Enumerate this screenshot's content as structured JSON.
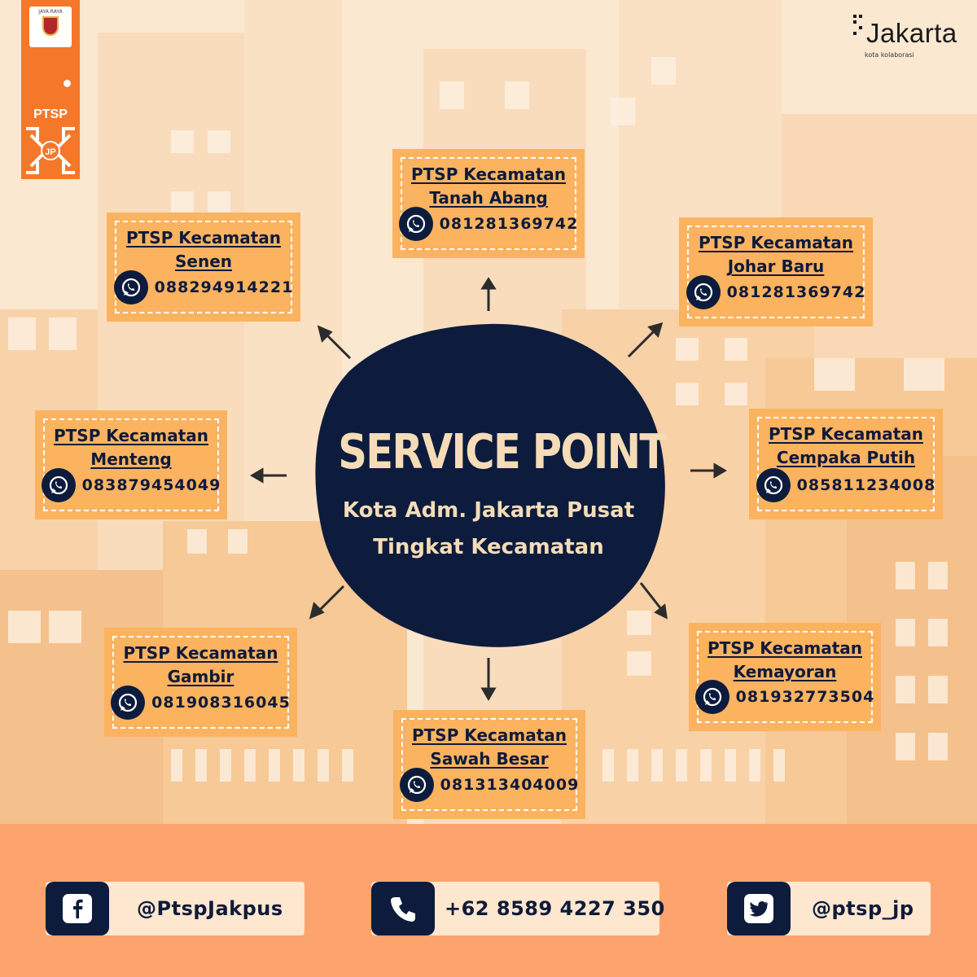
{
  "header": {
    "banner_caption": "JAYA RAYA",
    "banner_label": "PTSP",
    "banner_emblem": "JP",
    "brand_word": "Jakarta",
    "brand_tagline": "kota kolaborasi"
  },
  "center": {
    "title": "SERVICE POINT",
    "line1": "Kota Adm. Jakarta Pusat",
    "line2": "Tingkat Kecamatan"
  },
  "offices": [
    {
      "line1": "PTSP Kecamatan",
      "line2": "Tanah Abang",
      "phone": "081281369742",
      "icon": "whatsapp-icon"
    },
    {
      "line1": "PTSP Kecamatan",
      "line2": "Senen",
      "phone": "088294914221",
      "icon": "whatsapp-icon"
    },
    {
      "line1": "PTSP Kecamatan",
      "line2": "Johar Baru",
      "phone": "081281369742",
      "icon": "whatsapp-icon"
    },
    {
      "line1": "PTSP Kecamatan",
      "line2": "Menteng",
      "phone": "083879454049",
      "icon": "whatsapp-icon"
    },
    {
      "line1": "PTSP Kecamatan",
      "line2": "Cempaka Putih",
      "phone": "085811234008",
      "icon": "whatsapp-icon"
    },
    {
      "line1": "PTSP Kecamatan",
      "line2": "Gambir",
      "phone": "081908316045",
      "icon": "whatsapp-icon"
    },
    {
      "line1": "PTSP Kecamatan",
      "line2": "Kemayoran",
      "phone": "081932773504",
      "icon": "whatsapp-icon"
    },
    {
      "line1": "PTSP Kecamatan",
      "line2": "Sawah Besar",
      "phone": "081313404009",
      "icon": "whatsapp-icon"
    }
  ],
  "footer": {
    "facebook": "@PtspJakpus",
    "phone": "+62 8589 4227 350",
    "twitter": "@ptsp_jp"
  },
  "colors": {
    "navy": "#0d1c3d",
    "box_orange": "#fbb360",
    "footer_orange": "#fda36d",
    "brand_orange": "#f5772a",
    "cream": "#f5dcb7"
  }
}
